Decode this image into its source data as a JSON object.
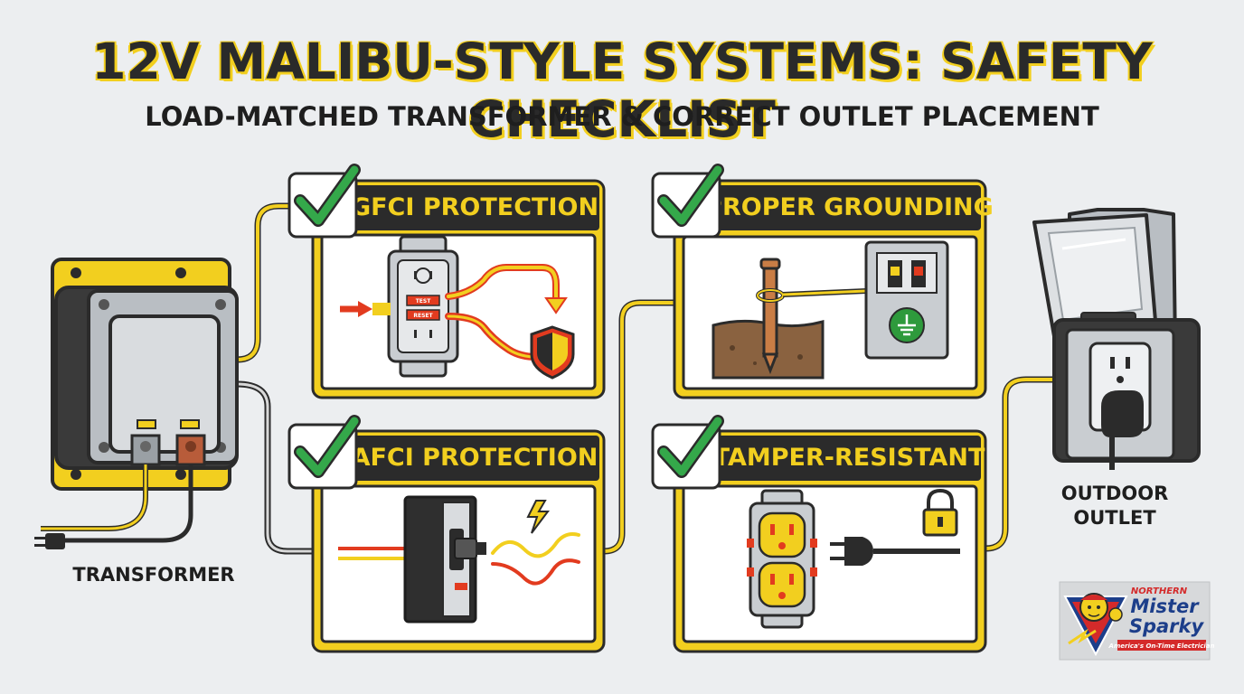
{
  "header": {
    "title": "12V MALIBU-STYLE SYSTEMS: SAFETY CHECKLIST",
    "subtitle": "LOAD-MATCHED TRANSFORMER & CORRECT OUTLET PLACEMENT"
  },
  "transformer": {
    "label": "TRANSFORMER"
  },
  "outlet": {
    "label_line1": "OUTDOOR",
    "label_line2": "OUTLET"
  },
  "cards": [
    {
      "title": "GFCI PROTECTION",
      "button_test": "TEST",
      "button_reset": "RESET"
    },
    {
      "title": "PROPER GROUNDING"
    },
    {
      "title": "AFCI PROTECTION"
    },
    {
      "title": "TAMPER-RESISTANT"
    }
  ],
  "logo": {
    "line1": "NORTHERN",
    "line2": "Mister",
    "line3": "Sparky",
    "tagline": "America's On-Time Electrician"
  },
  "colors": {
    "accent_yellow": "#f2cf1f",
    "dark": "#2b2b2b",
    "check_green": "#34a84a",
    "wire_red": "#e23b1f",
    "copper": "#c97d45",
    "soil": "#8a6240",
    "ground_green": "#2e9a3c"
  }
}
